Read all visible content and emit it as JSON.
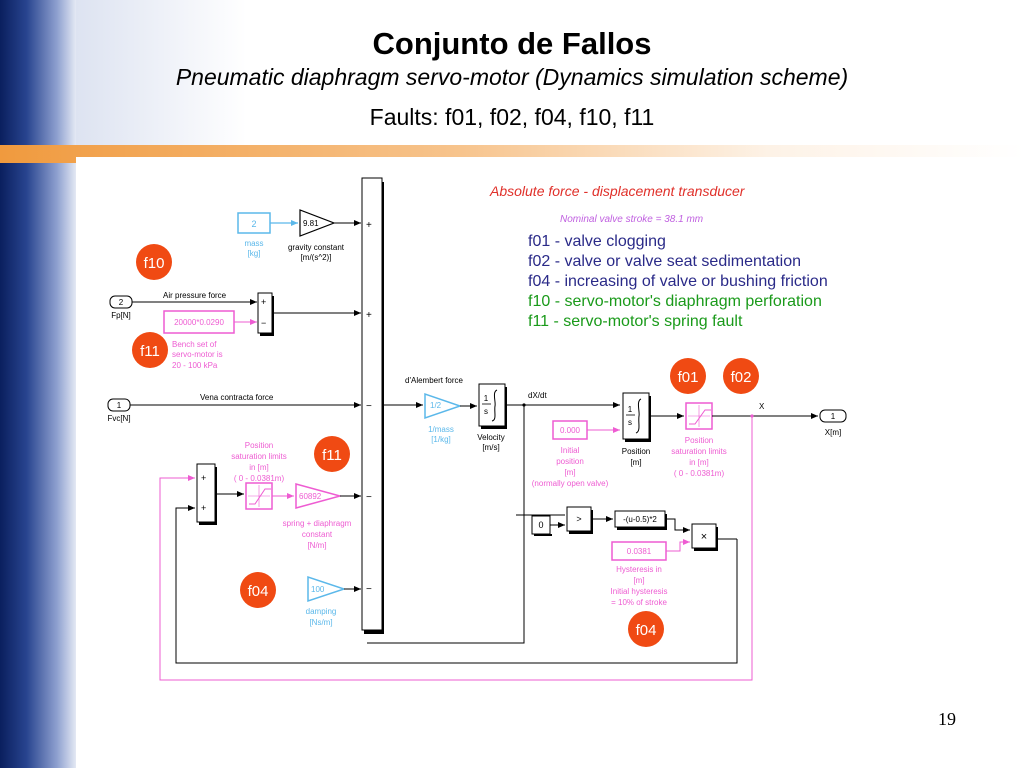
{
  "slide": {
    "title": "Conjunto de Fallos",
    "subtitle": "Pneumatic diaphragm servo-motor (Dynamics simulation scheme)",
    "faults_line": "Faults: f01, f02, f04, f10, f11",
    "page_number": "19"
  },
  "colors": {
    "cyan": "#5bb8ea",
    "magenta": "#ee5cd2",
    "red_label": "#e0302a",
    "badge": "#f04a13",
    "purple": "#c060e0",
    "text_blue": "#2a2a88",
    "text_green": "#1a9a1a"
  },
  "legend": {
    "heading": "Absolute force - displacement transducer",
    "nominal": "Nominal valve stroke = 38.1 mm",
    "items": [
      {
        "text": "f01 - valve clogging",
        "color": "#2a2a88"
      },
      {
        "text": "f02 - valve or valve seat sedimentation",
        "color": "#2a2a88"
      },
      {
        "text": "f04 - increasing of valve or bushing friction",
        "color": "#2a2a88"
      },
      {
        "text": "f10 - servo-motor's diaphragm perforation",
        "color": "#1a9a1a"
      },
      {
        "text": "f11 - servo-motor's spring fault",
        "color": "#1a9a1a"
      }
    ]
  },
  "badges": {
    "f10": "f10",
    "f11_top": "f11",
    "f11_mid": "f11",
    "f04_left": "f04",
    "f04_right": "f04",
    "f01": "f01",
    "f02": "f02"
  },
  "blocks": {
    "mass_value": "2",
    "mass_label1": "mass",
    "mass_label2": "[kg]",
    "gravity_value": "9.81",
    "gravity_label1": "gravity constant",
    "gravity_label2": "[m/(s^2)]",
    "fp_port": "2",
    "fp_label": "Fp[N]",
    "air_label": "Air pressure force",
    "bench_value": "20000*0.0290",
    "bench_l1": "Bench set of",
    "bench_l2": "servo-motor is",
    "bench_l3": "20 - 100  kPa",
    "fvc_port": "1",
    "fvc_label": "Fvc[N]",
    "vena_label": "Vena contracta force",
    "dalembert_label": "d'Alembert force",
    "gain_value": "1/2",
    "gain_l1": "1/mass",
    "gain_l2": "[1/kg]",
    "int1_num": "1",
    "int1_den": "s",
    "vel_l1": "Velocity",
    "vel_l2": "[m/s]",
    "dxdt_label": "dX/dt",
    "init_value": "0.000",
    "init_l1": "Initial",
    "init_l2": "position",
    "init_l3": "[m]",
    "init_l4": "(normally open valve)",
    "int2_num": "1",
    "int2_den": "s",
    "pos_l1": "Position",
    "pos_l2": "[m]",
    "sat_r_l1": "Position",
    "sat_r_l2": "saturation limits",
    "sat_r_l3": "in [m]",
    "sat_r_l4": "( 0 - 0.0381m)",
    "x_label": "X",
    "out_port": "1",
    "out_label": "X[m]",
    "sat_l_l1": "Position",
    "sat_l_l2": "saturation limits",
    "sat_l_l3": "in [m]",
    "sat_l_l4": "( 0 - 0.0381m)",
    "spring_value": "60892",
    "spring_l1": "spring + diaphragm",
    "spring_l2": "constant",
    "spring_l3": "[N/m]",
    "damp_value": "100",
    "damp_l1": "damping",
    "damp_l2": "[Ns/m]",
    "zero_value": "0",
    "compare_symbol": ">",
    "fcn_text": "-(u-0.5)*2",
    "mult_symbol": "×",
    "hyst_value": "0.0381",
    "hyst_l1": "Hysteresis in",
    "hyst_l2": "[m]",
    "hyst_l3": "Initial hysteresis",
    "hyst_l4": "= 10% of stroke",
    "plus": "+",
    "minus": "−"
  }
}
